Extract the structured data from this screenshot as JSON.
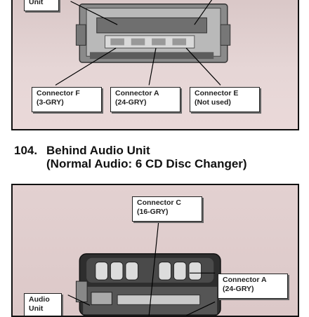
{
  "top_figure": {
    "partial_label": "Unit",
    "callouts": [
      {
        "name": "Connector F",
        "code": "(3-GRY)"
      },
      {
        "name": "Connector A",
        "code": "(24-GRY)"
      },
      {
        "name": "Connector E",
        "code": "(Not used)"
      }
    ]
  },
  "section": {
    "number": "104.",
    "title_line1": "Behind Audio Unit",
    "title_line2": "(Normal Audio: 6 CD Disc Changer)"
  },
  "bottom_figure": {
    "callout_c": {
      "name": "Connector C",
      "code": "(16-GRY)"
    },
    "callout_a": {
      "name": "Connector A",
      "code": "(24-GRY)"
    },
    "partial_label_1": "Audio",
    "partial_label_2": "Unit"
  }
}
